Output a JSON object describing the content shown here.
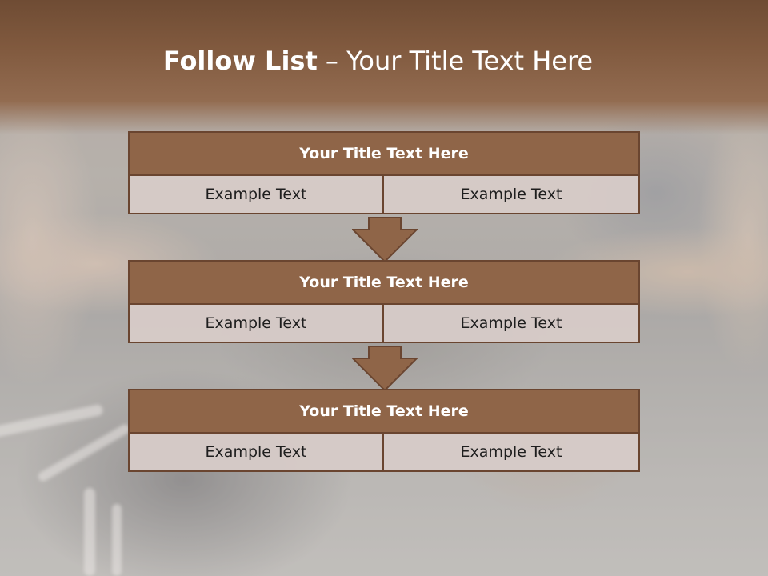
{
  "title": {
    "bold": "Follow List",
    "rest": " – Your Title Text Here"
  },
  "blocks": [
    {
      "heading": "Your Title Text Here",
      "left": "Example Text",
      "right": "Example Text"
    },
    {
      "heading": "Your Title Text Here",
      "left": "Example Text",
      "right": "Example Text"
    },
    {
      "heading": "Your Title Text Here",
      "left": "Example Text",
      "right": "Example Text"
    }
  ],
  "colors": {
    "header_band": "#7d573c",
    "block_heading_fill": "#8f6548",
    "block_border": "#6a4530",
    "cell_fill": "#d6cac7",
    "arrow_fill": "#8f6548",
    "title_text": "#ffffff"
  }
}
